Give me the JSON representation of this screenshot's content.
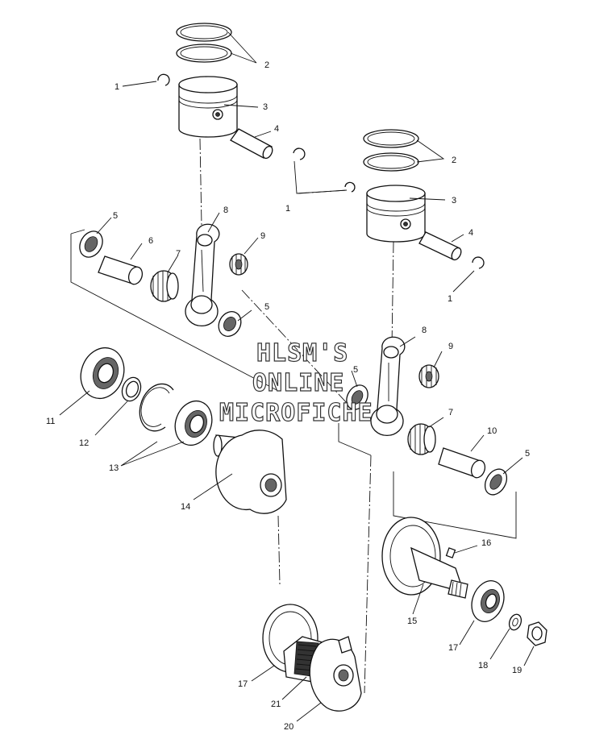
{
  "diagram": {
    "callouts": {
      "c1a": "1",
      "c2a": "2",
      "c3a": "3",
      "c4a": "4",
      "c1b": "1",
      "c2b": "2",
      "c3b": "3",
      "c4b": "4",
      "c1c": "1",
      "c5a": "5",
      "c6": "6",
      "c7a": "7",
      "c8a": "8",
      "c9a": "9",
      "c5b": "5",
      "c5c": "5",
      "c8b": "8",
      "c9b": "9",
      "c7b": "7",
      "c10": "10",
      "c5d": "5",
      "c11": "11",
      "c12": "12",
      "c13": "13",
      "c14": "14",
      "c16": "16",
      "c15": "15",
      "c17a": "17",
      "c18": "18",
      "c19": "19",
      "c17b": "17",
      "c21": "21",
      "c20": "20"
    },
    "watermark": {
      "line1": "HLSM'S",
      "line2": "ONLINE",
      "line3": "MICROFICHE"
    }
  }
}
